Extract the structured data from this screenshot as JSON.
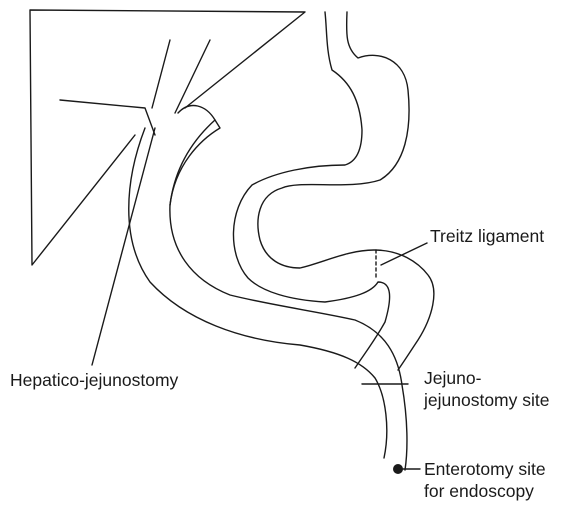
{
  "labels": {
    "treitz": "Treitz ligament",
    "jejuno_line1": "Jejuno-",
    "jejuno_line2": "jejunostomy site",
    "enterotomy_line1": "Enterotomy site",
    "enterotomy_line2": "for endoscopy",
    "hepatico": "Hepatico-jejunostomy"
  },
  "colors": {
    "stroke": "#1a1a1a",
    "background": "#ffffff"
  }
}
